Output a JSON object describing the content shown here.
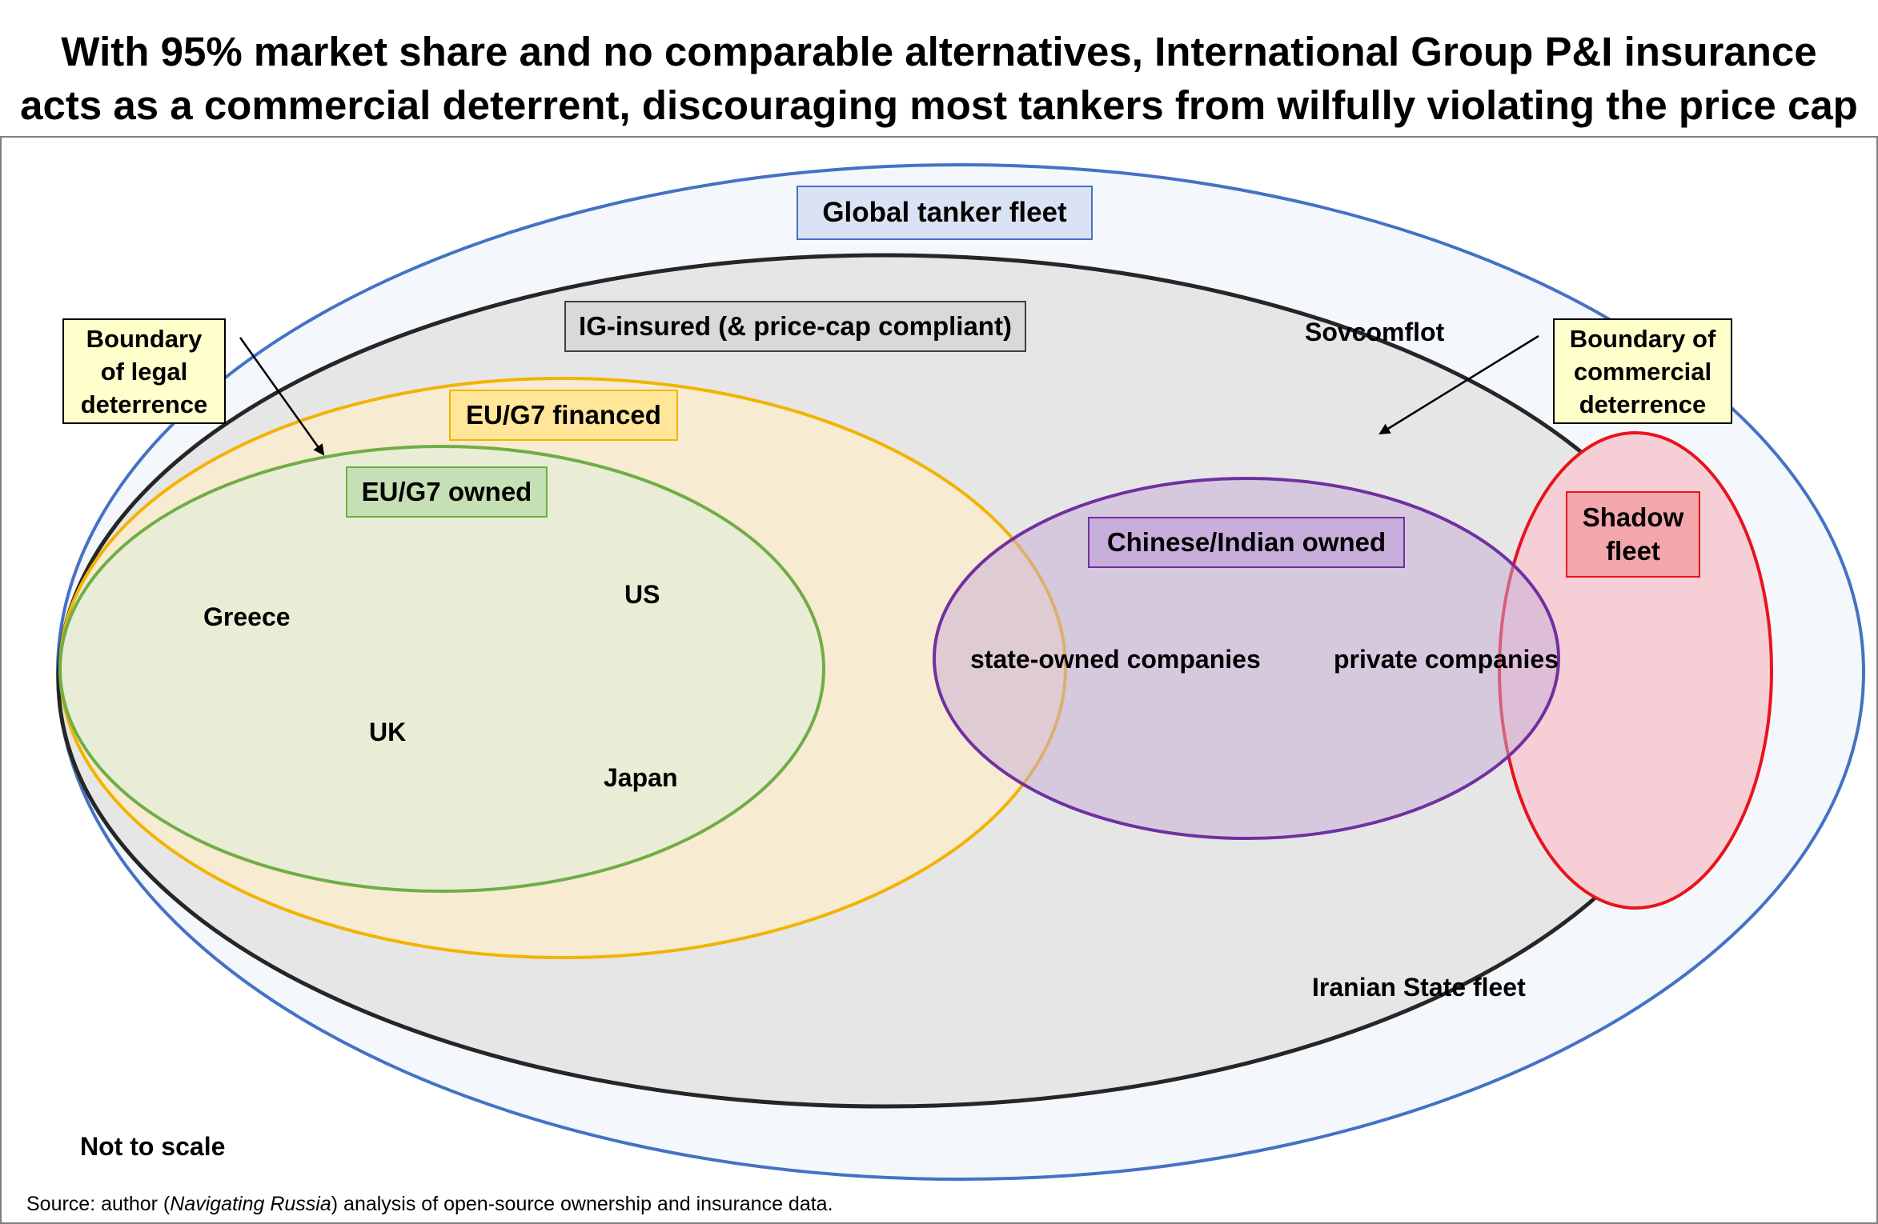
{
  "title": {
    "line1": "With 95% market share and no comparable alternatives, International Group P&I insurance",
    "line2": "acts as a commercial deterrent, discouraging most tankers from wilfully violating the price cap"
  },
  "sets": {
    "global_fleet": "Global tanker fleet",
    "ig_insured": "IG-insured (& price-cap compliant)",
    "eu_g7_financed": "EU/G7 financed",
    "eu_g7_owned": "EU/G7 owned",
    "chinese_indian_owned": "Chinese/Indian owned",
    "shadow_fleet": "Shadow fleet"
  },
  "annotations": {
    "legal_deterrence": "Boundary of legal deterrence",
    "commercial_deterrence": "Boundary of commercial deterrence"
  },
  "members": {
    "greece": "Greece",
    "us": "US",
    "uk": "UK",
    "japan": "Japan",
    "state_owned": "state-owned companies",
    "private": "private companies",
    "sovcomflot": "Sovcomflot",
    "iranian": "Iranian State fleet"
  },
  "note": "Not to scale",
  "source": {
    "prefix": "Source: author (",
    "italic": "Navigating Russia",
    "suffix": ") analysis of open-source ownership and insurance data."
  },
  "colors": {
    "global": "#4472c4",
    "ig": "#262626",
    "financed": "#f2b300",
    "owned": "#70ad47",
    "chinese": "#7030a0",
    "shadow": "#e8141c",
    "note_box": "#ffffcc"
  }
}
